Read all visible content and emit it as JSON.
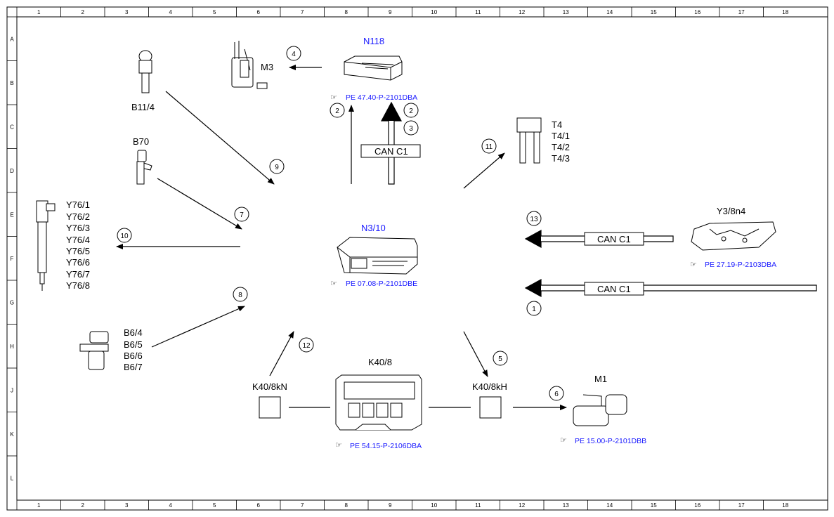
{
  "grid": {
    "columns": [
      "1",
      "2",
      "3",
      "4",
      "5",
      "6",
      "7",
      "8",
      "9",
      "10",
      "11",
      "12",
      "13",
      "14",
      "15",
      "16",
      "17",
      "18"
    ],
    "rows": [
      "A",
      "B",
      "C",
      "D",
      "E",
      "F",
      "G",
      "H",
      "J",
      "K",
      "L"
    ]
  },
  "components": {
    "n118": {
      "label": "N118",
      "ref": "PE 47.40-P-2101DBA"
    },
    "m3": {
      "label": "M3"
    },
    "b11_4": {
      "label": "B11/4"
    },
    "b70": {
      "label": "B70"
    },
    "y76": {
      "labels": [
        "Y76/1",
        "Y76/2",
        "Y76/3",
        "Y76/4",
        "Y76/5",
        "Y76/6",
        "Y76/7",
        "Y76/8"
      ]
    },
    "n3_10": {
      "label": "N3/10",
      "ref": "PE 07.08-P-2101DBE"
    },
    "t4": {
      "labels": [
        "T4",
        "T4/1",
        "T4/2",
        "T4/3"
      ]
    },
    "y3_8n4": {
      "label": "Y3/8n4",
      "ref": "PE 27.19-P-2103DBA"
    },
    "b6": {
      "labels": [
        "B6/4",
        "B6/5",
        "B6/6",
        "B6/7"
      ]
    },
    "k40_8": {
      "label": "K40/8",
      "ref": "PE 54.15-P-2106DBA"
    },
    "k40_8kn": {
      "label": "K40/8kN"
    },
    "k40_8kh": {
      "label": "K40/8kH"
    },
    "m1": {
      "label": "M1",
      "ref": "PE 15.00-P-2101DBB"
    }
  },
  "can_bus": {
    "top": "CAN C1",
    "right_upper": "CAN C1",
    "right_lower": "CAN C1"
  },
  "signals": {
    "s1": "1",
    "s2a": "2",
    "s2b": "2",
    "s3": "3",
    "s4": "4",
    "s5": "5",
    "s6": "6",
    "s7": "7",
    "s8": "8",
    "s9": "9",
    "s10": "10",
    "s11": "11",
    "s12": "12",
    "s13": "13"
  },
  "colors": {
    "ecu_label": "#1a1aff",
    "ref_link": "#1a1aff",
    "line": "#000000"
  }
}
